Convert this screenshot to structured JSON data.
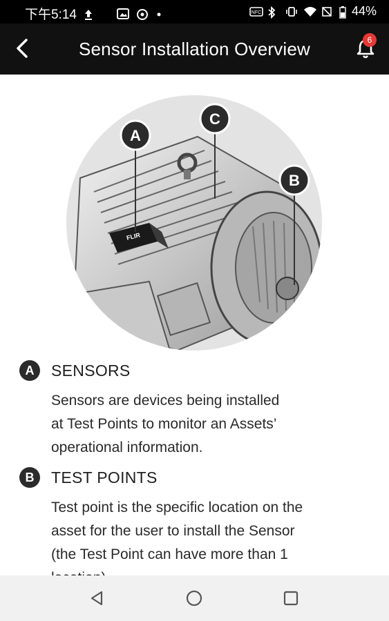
{
  "status_bar": {
    "time": "下午5:14",
    "battery": "44%",
    "icons": [
      "upload-icon",
      "image-icon",
      "sync-icon",
      "dot-icon",
      "nfc-icon",
      "bluetooth-icon",
      "vibrate-icon",
      "wifi-icon",
      "no-signal-icon",
      "battery-icon"
    ]
  },
  "app_bar": {
    "title": "Sensor Installation Overview",
    "notification_count": "6"
  },
  "illustration": {
    "callouts": [
      "A",
      "B",
      "C"
    ],
    "label": "FLIR"
  },
  "sections": [
    {
      "marker": "A",
      "title": "SENSORS",
      "lines": [
        "Sensors are devices being installed",
        "at Test Points to monitor an Assets’",
        "operational information."
      ]
    },
    {
      "marker": "B",
      "title": "TEST POINTS",
      "lines": [
        "Test point is the specific location on the",
        "asset for the user to install the Sensor",
        "(the Test Point can have more than 1",
        "location)."
      ]
    }
  ],
  "nav_bar": {
    "buttons": [
      "back-nav",
      "home-nav",
      "recents-nav"
    ]
  }
}
